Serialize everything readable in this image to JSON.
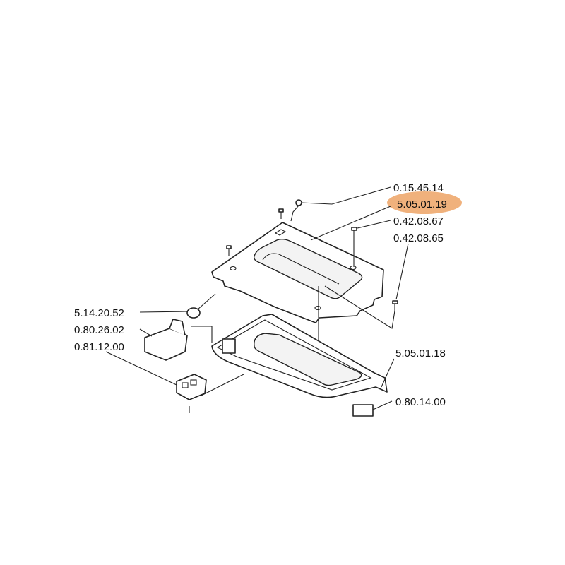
{
  "highlight_color": "#f0b17c",
  "labels": {
    "screw_top": "0.15.45.14",
    "cover": "5.05.01.19",
    "screw_a": "0.42.08.67",
    "screw_b": "0.42.08.65",
    "switch_knob": "5.14.20.52",
    "bracket": "0.80.26.02",
    "connector": "0.81.12.00",
    "tray": "5.05.01.18",
    "small_switch": "0.80.14.00"
  }
}
